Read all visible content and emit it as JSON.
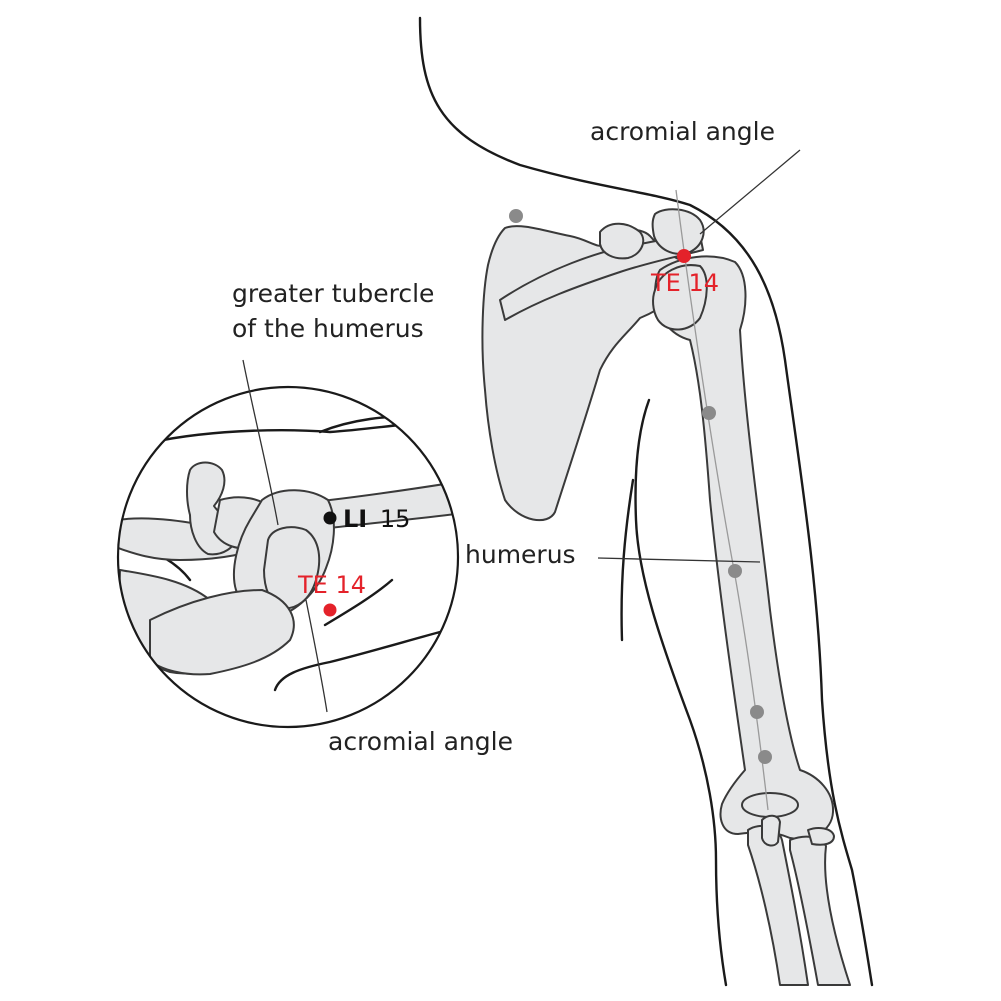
{
  "labels": {
    "acromial_angle_top": "acromial angle",
    "greater_tubercle_line1": "greater tubercle",
    "greater_tubercle_line2": "of the humerus",
    "humerus": "humerus",
    "acromial_angle_bottom": "acromial angle"
  },
  "points": {
    "te14_main": {
      "code": "TE 14"
    },
    "te14_inset": {
      "code": "TE 14"
    },
    "li15": {
      "prefix": "LI",
      "number": "15"
    }
  },
  "colors": {
    "acupoint_red": "#e4222a",
    "acupoint_black": "#111111",
    "reference_dot_grey": "#8a8a8a",
    "bone_fill": "#e6e7e8"
  }
}
